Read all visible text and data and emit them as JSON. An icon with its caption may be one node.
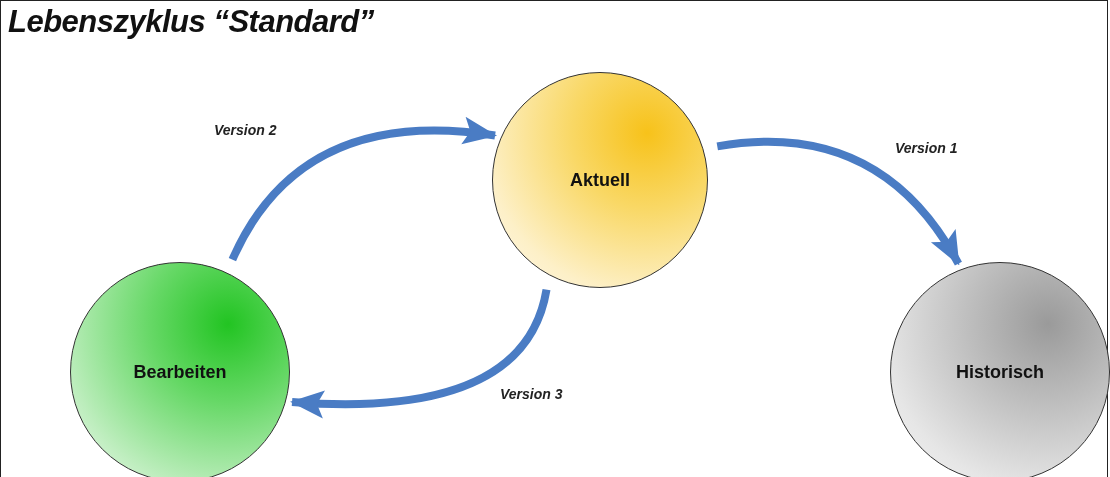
{
  "diagram": {
    "title": "Lebenszyklus “Standard”",
    "nodes": [
      {
        "text": [
          "Aktuell"
        ]
      },
      {
        "text": [
          "Bearbeiten"
        ]
      },
      {
        "text": [
          "Historisch"
        ]
      }
    ],
    "edges": [
      {
        "from": 1,
        "to": 0,
        "arrow": "to",
        "label": "Version 2"
      },
      {
        "from": 0,
        "to": 2,
        "arrow": "to",
        "label": "Version 1"
      },
      {
        "from": 0,
        "to": 1,
        "arrow": "to",
        "label": "Version 3"
      }
    ]
  }
}
